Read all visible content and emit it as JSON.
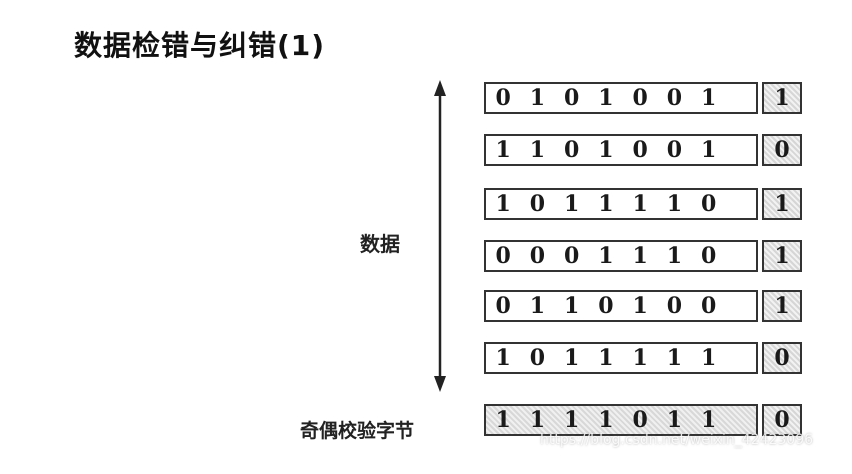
{
  "title": "数据检错与纠错(1)",
  "labels": {
    "data": "数据",
    "parity": "奇偶校验字节"
  },
  "rows": [
    {
      "bits": [
        "0",
        "1",
        "0",
        "1",
        "0",
        "0",
        "1"
      ],
      "parity": "1"
    },
    {
      "bits": [
        "1",
        "1",
        "0",
        "1",
        "0",
        "0",
        "1"
      ],
      "parity": "0"
    },
    {
      "bits": [
        "1",
        "0",
        "1",
        "1",
        "1",
        "1",
        "0"
      ],
      "parity": "1"
    },
    {
      "bits": [
        "0",
        "0",
        "0",
        "1",
        "1",
        "1",
        "0"
      ],
      "parity": "1"
    },
    {
      "bits": [
        "0",
        "1",
        "1",
        "0",
        "1",
        "0",
        "0"
      ],
      "parity": "1"
    },
    {
      "bits": [
        "1",
        "0",
        "1",
        "1",
        "1",
        "1",
        "1"
      ],
      "parity": "0"
    }
  ],
  "parity_row": {
    "bits": [
      "1",
      "1",
      "1",
      "1",
      "0",
      "1",
      "1"
    ],
    "parity": "0"
  },
  "watermark": "https://blog.csdn.net/weixin_42423096"
}
